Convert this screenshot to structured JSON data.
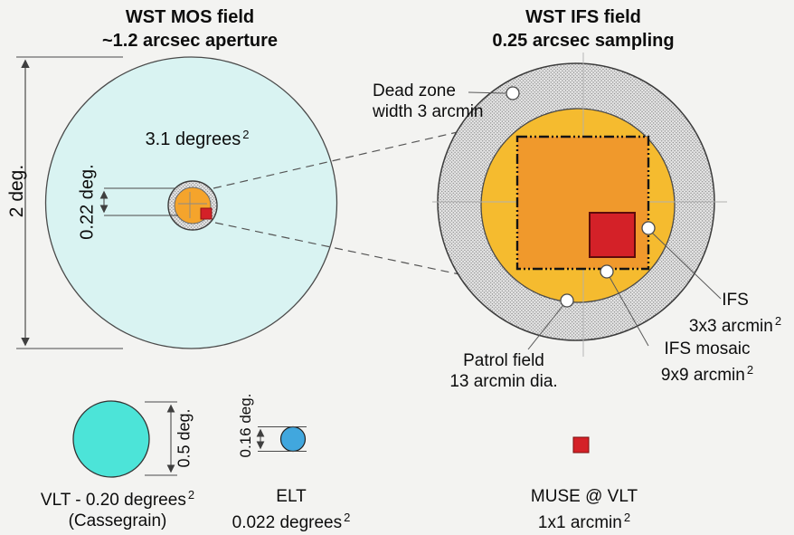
{
  "mos_panel": {
    "title_line1": "WST MOS field",
    "title_line2": "~1.2 arcsec aperture",
    "area_value": "3.1 degrees",
    "area_sup": "2",
    "diameter_label": "2 deg.",
    "center_diameter_label": "0.22 deg."
  },
  "ifs_panel": {
    "title_line1": "WST IFS field",
    "title_line2": "0.25 arcsec sampling",
    "dead_zone_line1": "Dead zone",
    "dead_zone_line2": "width 3 arcmin",
    "patrol_line1": "Patrol field",
    "patrol_line2": "13 arcmin dia.",
    "ifs_line1": "IFS",
    "ifs_line2": "3x3 arcmin",
    "ifs_sup": "2",
    "mosaic_line1": "IFS mosaic",
    "mosaic_line2": "9x9 arcmin",
    "mosaic_sup": "2"
  },
  "comparisons": {
    "vlt": {
      "name_line": "VLT - 0.20 degrees",
      "name_sup": "2",
      "sub_line": "(Cassegrain)",
      "dim_label": "0.5 deg."
    },
    "elt": {
      "name_line": "ELT",
      "area_line": "0.022 degrees",
      "area_sup": "2",
      "dim_label": "0.16 deg."
    },
    "muse": {
      "name_line": "MUSE @ VLT",
      "area_line": "1x1 arcmin",
      "area_sup": "2"
    }
  },
  "colors": {
    "bg": "#f3f3f1",
    "cyan": "#d9f3f2",
    "stipple_base": "#e9e9e9",
    "stipple_dot": "#8f8f8f",
    "orange": "#f5a42c",
    "yellow": "#f5bb2f",
    "mosaic_orange": "#f0992c",
    "red": "#d42128",
    "red_border": "#5e0b0b",
    "turquoise": "#4ce4d8",
    "blue": "#41a7de",
    "line": "#3f3f3f",
    "text": "#0d0d0d"
  }
}
